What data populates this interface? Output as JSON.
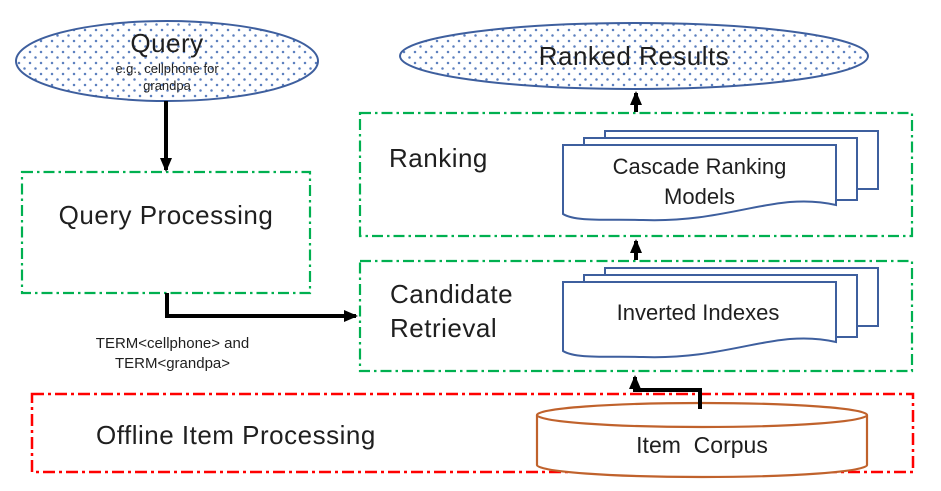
{
  "diagram": {
    "query_ellipse": {
      "title": "Query",
      "subtitle_line1": "e.g., cellphone for",
      "subtitle_line2": "grandpa"
    },
    "ranked_results": {
      "label": "Ranked Results"
    },
    "query_processing": {
      "label": "Query Processing"
    },
    "ranking": {
      "label": "Ranking",
      "doc_line1": "Cascade Ranking",
      "doc_line2": "Models"
    },
    "candidate_retrieval": {
      "label_line1": "Candidate",
      "label_line2": "Retrieval",
      "doc_label": "Inverted Indexes"
    },
    "term_annotation": {
      "line1": "TERM<cellphone> and",
      "line2": "TERM<grandpa>"
    },
    "offline": {
      "label": "Offline Item Processing",
      "corpus_label": "Item  Corpus"
    },
    "colors": {
      "green_dash": "#00B050",
      "red_dash": "#FF0000",
      "shape_blue": "#3E5F9E",
      "dot_blue": "#5B7FBE",
      "corpus_orange": "#C0622C",
      "arrow_black": "#000000",
      "text_dark": "#1F1F1F"
    }
  }
}
